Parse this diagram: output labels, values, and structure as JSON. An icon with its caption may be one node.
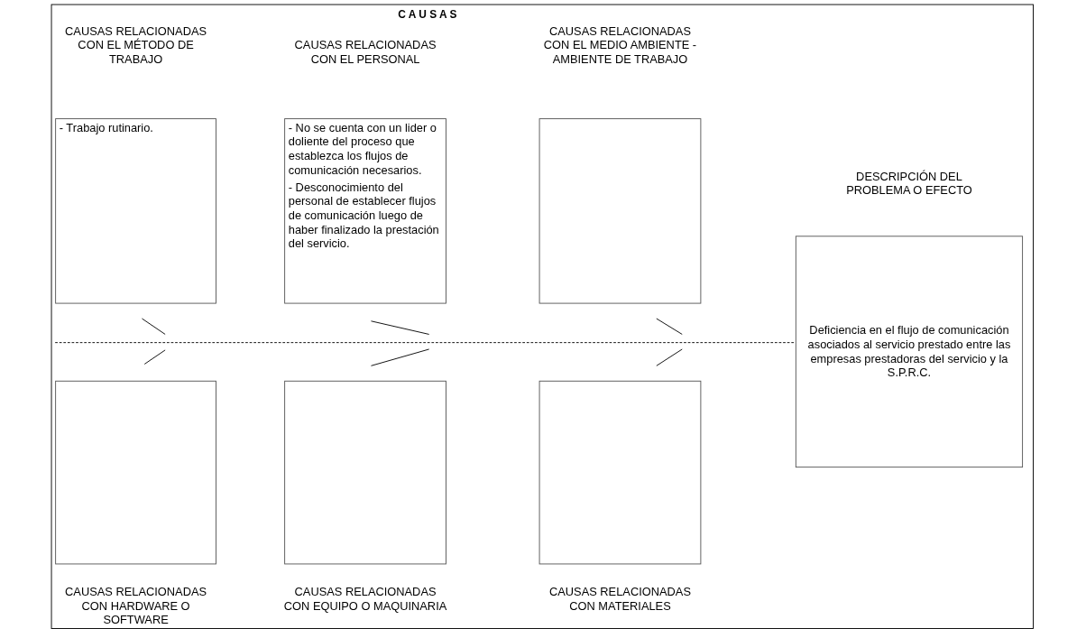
{
  "diagram": {
    "title": "C A U S A S",
    "nodes": [
      {
        "text": [
          "CAUSAS RELACIONADAS CON EL MÉTODO DE TRABAJO",
          "- Trabajo rutinario."
        ]
      },
      {
        "text": [
          "CAUSAS RELACIONADAS CON EL PERSONAL",
          "- No se cuenta con un lider o doliente del proceso que establezca los flujos de comunicación necesarios.",
          "- Desconocimiento del personal de establecer flujos de comunicación luego de haber finalizado la prestación del servicio."
        ]
      },
      {
        "text": [
          "CAUSAS RELACIONADAS CON EL MEDIO AMBIENTE - AMBIENTE DE TRABAJO"
        ]
      },
      {
        "text": [
          "CAUSAS RELACIONADAS CON HARDWARE O SOFTWARE"
        ]
      },
      {
        "text": [
          "CAUSAS RELACIONADAS CON EQUIPO O MAQUINARIA"
        ]
      },
      {
        "text": [
          "CAUSAS RELACIONADAS CON MATERIALES"
        ]
      },
      {
        "text": [
          "DESCRIPCIÓN DEL PROBLEMA O EFECTO",
          "Deficiencia en el flujo de comunicación asociados al servicio prestado entre las empresas prestadoras del servicio y la S.P.R.C."
        ]
      }
    ],
    "edges": [
      {
        "from": null,
        "to": 6,
        "arrow": "none",
        "style": "dashed"
      }
    ]
  }
}
